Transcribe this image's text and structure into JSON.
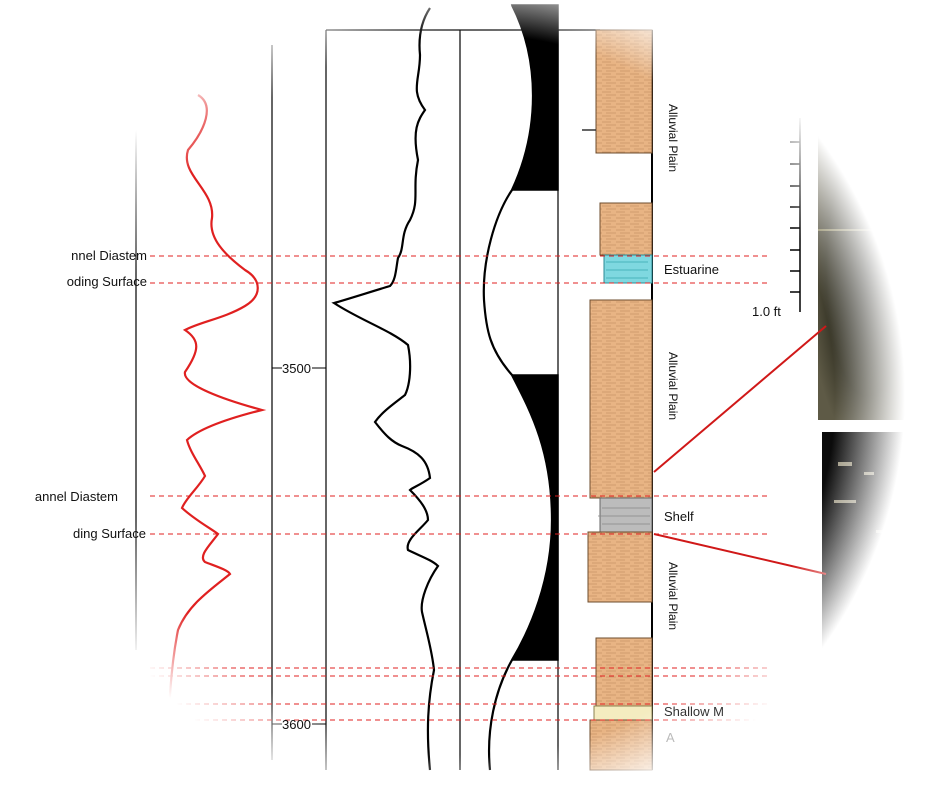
{
  "surfaces": {
    "channel_diastem_label_1": "nnel Diastem",
    "flooding_surface_label_1": "oding Surface",
    "channel_diastem_label_2": "annel Diastem",
    "flooding_surface_label_2": "ding Surface"
  },
  "depth_axis": {
    "label_3500": "3500",
    "label_3600": "3600"
  },
  "facies": {
    "alluvial_plain_1": "Alluvial Plain",
    "estuarine": "Estuarine",
    "alluvial_plain_2": "Alluvial Plain",
    "shelf": "Shelf",
    "alluvial_plain_3": "Alluvial Plain",
    "shallow_marine_partial": "Shallow M",
    "bottom_partial": "A"
  },
  "core_scale": {
    "scale_label": "1.0 ft"
  },
  "colors": {
    "gamma_curve": "#e02020",
    "surface_lines": "#e02020",
    "sandstone": "#e8b484",
    "estuarine": "#7fd8e0",
    "shelf": "#bcbcbc",
    "shallow_marine": "#f4ecc0",
    "core_dark": "#2a2a22",
    "core_black": "#0b0b0b"
  }
}
